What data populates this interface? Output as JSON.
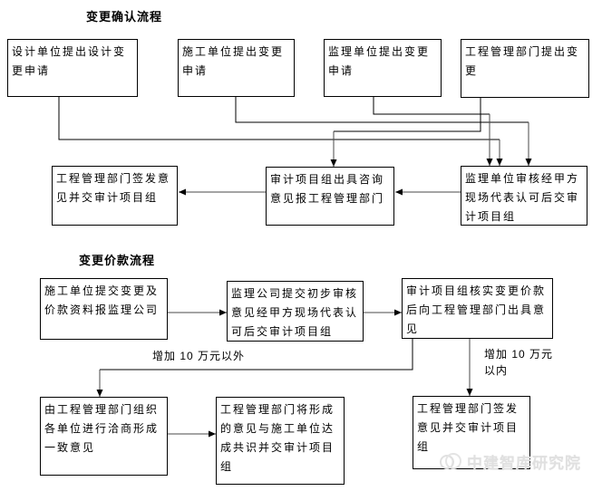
{
  "section_confirm": {
    "title": "变更确认流程",
    "box_design_apply": "设计单位提出设计变更申请",
    "box_construction_apply": "施工单位提出变更申请",
    "box_supervision_apply": "监理单位提出变更申请",
    "box_management_apply": "工程管理部门提出变更",
    "box_management_sign": "工程管理部门签发意见并交审计项目组",
    "box_audit_advice": "审计项目组出具咨询意见报工程管理部门",
    "box_supervision_review": "监理单位审核经甲方现场代表认可后交审计项目组"
  },
  "section_price": {
    "title": "变更价款流程",
    "box_submit_materials": "施工单位提交变更及价款资料报监理公司",
    "box_preliminary_review": "监理公司提交初步审核意见经甲方现场代表认可后交审计项目组",
    "box_verify_price": "审计项目组核实变更价款后向工程管理部门出具意见",
    "label_over_100k": "增加 10 万元以外",
    "label_within_100k": "增加 10 万元以内",
    "box_negotiate": "由工程管理部门组织各单位进行洽商形成一致意见",
    "box_consensus": "工程管理部门将形成的意见与施工单位达成共识并交审计项目组",
    "box_sign_issue": "工程管理部门签发意见并交审计项目组"
  },
  "watermark": {
    "text": "中建智库研究院"
  },
  "colors": {
    "line": "#000000",
    "arrow_shaft": "#4a4a4a",
    "watermark": "#e0e0e0"
  }
}
